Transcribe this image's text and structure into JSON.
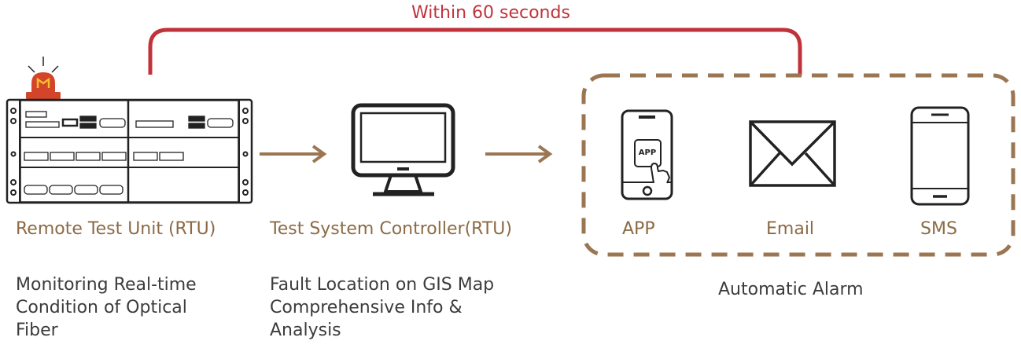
{
  "colors": {
    "accent_red": "#c2323b",
    "brown": "#9b7653",
    "dark": "#222222"
  },
  "timing_label": "Within 60 seconds",
  "rtu": {
    "label": "Remote Test Unit (RTU)",
    "description": [
      "Monitoring Real-time",
      "Condition of Optical",
      "Fiber"
    ],
    "alarm_icon": "siren-icon"
  },
  "controller": {
    "label": "Test System Controller(RTU)",
    "description": [
      "Fault Location on GIS Map",
      "Comprehensive Info &",
      "Analysis"
    ]
  },
  "alarm": {
    "items": [
      {
        "label": "APP",
        "icon": "phone-app-icon",
        "badge": "APP"
      },
      {
        "label": "Email",
        "icon": "envelope-icon"
      },
      {
        "label": "SMS",
        "icon": "smartphone-icon"
      }
    ],
    "description": "Automatic Alarm"
  }
}
